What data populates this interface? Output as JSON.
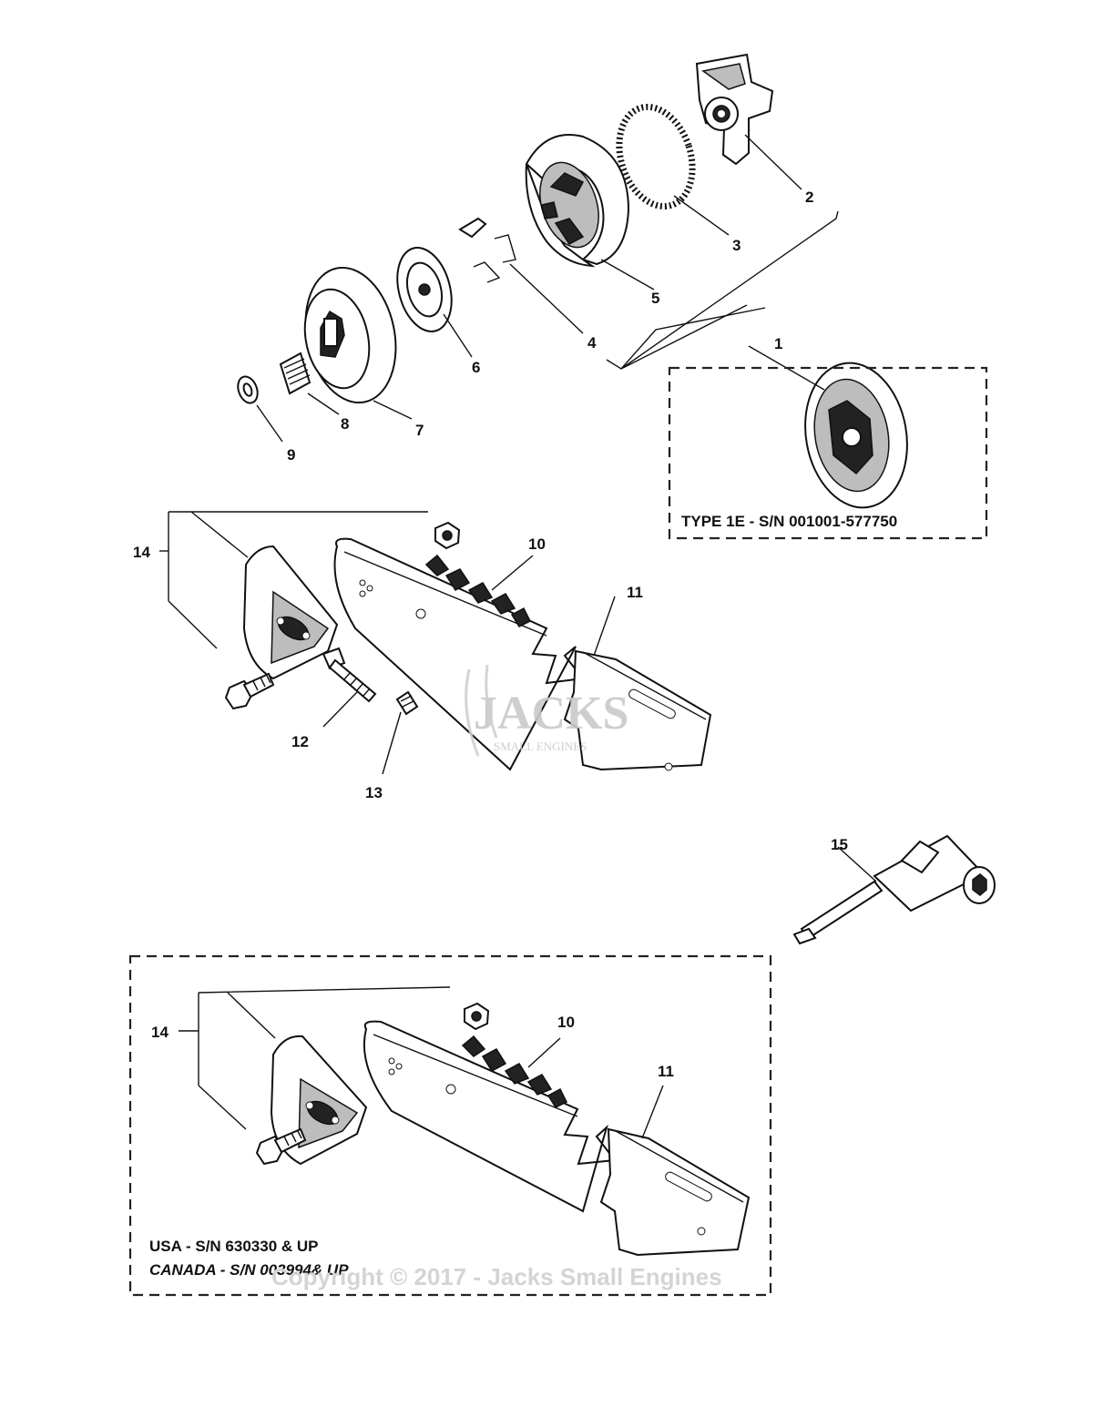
{
  "diagram": {
    "callouts": {
      "c1": "1",
      "c2": "2",
      "c3": "3",
      "c4": "4",
      "c5": "5",
      "c6": "6",
      "c7": "7",
      "c8": "8",
      "c9": "9",
      "c10": "10",
      "c11": "11",
      "c12": "12",
      "c13": "13",
      "c14": "14",
      "c15": "15",
      "c10b": "10",
      "c11b": "11",
      "c14b": "14"
    },
    "type_box_label": "TYPE 1E - S/N 001001-577750",
    "bottom_box": {
      "line1": "USA - S/N 630330 & UP",
      "line2": "CANADA - S/N 003994& UP"
    },
    "watermark": {
      "logo_text": "JACKS",
      "logo_sub": "SMALL ENGINES",
      "copyright": "Copyright © 2017 - Jacks Small Engines"
    }
  },
  "colors": {
    "line": "#111111",
    "watermark": "#c9c9c9",
    "background": "#ffffff"
  }
}
